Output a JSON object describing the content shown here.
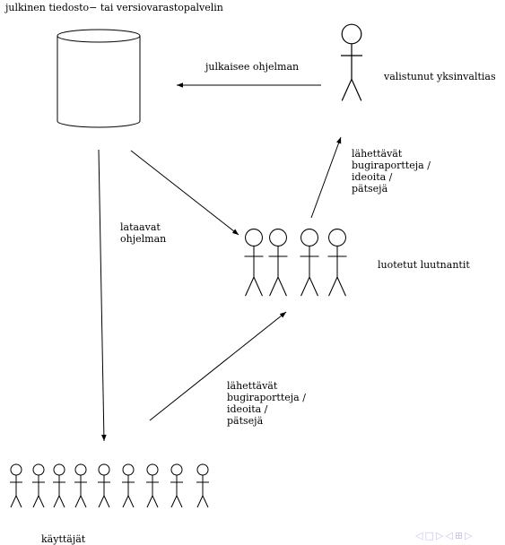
{
  "labels": {
    "repository": "julkinen tiedosto− tai versiovarastopalvelin",
    "publishes": "julkaisee ohjelman",
    "dictator": "valistunut yksinvaltias",
    "download": [
      "lataavat",
      "ohjelman"
    ],
    "lieutenants": "luotetut luutnantit",
    "send_upper": [
      "lähettävät",
      "bugiraportteja /",
      "ideoita /",
      "pätsejä"
    ],
    "send_lower": [
      "lähettävät",
      "bugiraportteja /",
      "ideoita /",
      "pätsejä"
    ],
    "users": "käyttäjät"
  },
  "nav": {
    "icons": [
      "first-page-icon",
      "prev-section-icon",
      "prev-frame-icon",
      "next-frame-icon",
      "next-section-icon",
      "last-page-icon"
    ],
    "glyphs": [
      "◁",
      "□",
      "▷",
      "◁",
      "⊞",
      "▷"
    ]
  },
  "colors": {
    "ink": "#000000",
    "nav": "#c9c6e4"
  }
}
